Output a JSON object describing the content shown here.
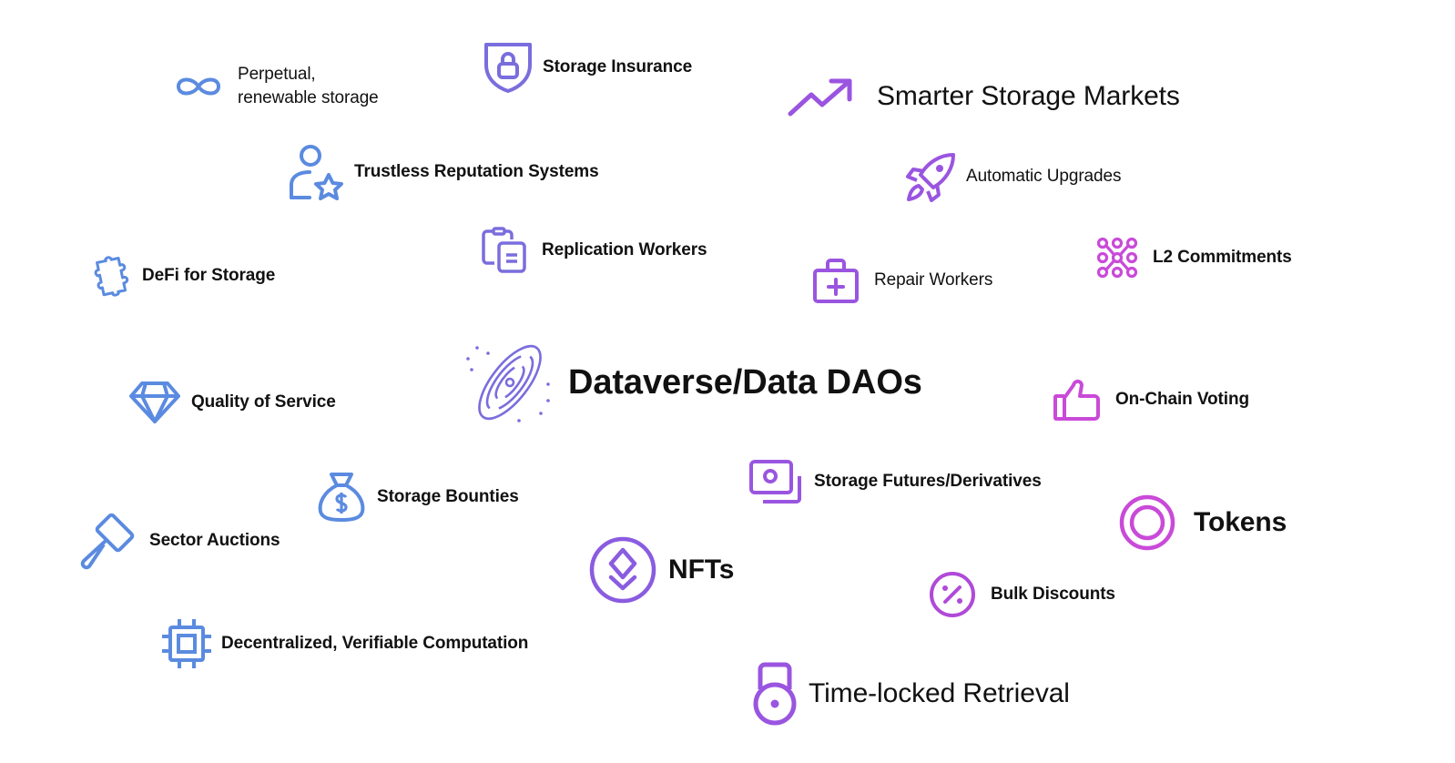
{
  "colors": {
    "blue": "#5b8be0",
    "indigo": "#7a6ddd",
    "violet": "#9a55e0",
    "magenta": "#c94ad8",
    "text": "#111111"
  },
  "items": [
    {
      "id": "perpetual",
      "label_lines": [
        "Perpetual,",
        "renewable storage"
      ],
      "icon": "infinity-icon"
    },
    {
      "id": "storage-insurance",
      "label": "Storage Insurance",
      "icon": "shield-lock-icon"
    },
    {
      "id": "smarter-markets",
      "label": "Smarter Storage Markets",
      "icon": "trending-up-icon"
    },
    {
      "id": "trustless-reputation",
      "label": "Trustless Reputation Systems",
      "icon": "user-star-icon"
    },
    {
      "id": "automatic-upgrades",
      "label": "Automatic Upgrades",
      "icon": "rocket-icon"
    },
    {
      "id": "defi",
      "label": "DeFi for Storage",
      "icon": "puzzle-icon"
    },
    {
      "id": "replication-workers",
      "label": "Replication Workers",
      "icon": "clipboard-copy-icon"
    },
    {
      "id": "repair-workers",
      "label": "Repair Workers",
      "icon": "first-aid-kit-icon"
    },
    {
      "id": "l2-commitments",
      "label": "L2 Commitments",
      "icon": "node-grid-icon"
    },
    {
      "id": "dataverse",
      "label": "Dataverse/Data DAOs",
      "icon": "galaxy-icon"
    },
    {
      "id": "quality-of-service",
      "label": "Quality of Service",
      "icon": "diamond-icon"
    },
    {
      "id": "on-chain-voting",
      "label": "On-Chain Voting",
      "icon": "thumbs-up-icon"
    },
    {
      "id": "storage-futures",
      "label": "Storage Futures/Derivatives",
      "icon": "photos-stack-icon"
    },
    {
      "id": "storage-bounties",
      "label": "Storage Bounties",
      "icon": "money-bag-icon"
    },
    {
      "id": "tokens",
      "label": "Tokens",
      "icon": "token-ring-icon"
    },
    {
      "id": "sector-auctions",
      "label": "Sector Auctions",
      "icon": "gavel-icon"
    },
    {
      "id": "nfts",
      "label": "NFTs",
      "icon": "ethereum-coin-icon"
    },
    {
      "id": "bulk-discounts",
      "label": "Bulk Discounts",
      "icon": "percent-circle-icon"
    },
    {
      "id": "verifiable-computation",
      "label": "Decentralized, Verifiable Computation",
      "icon": "cpu-chip-icon"
    },
    {
      "id": "time-locked-retrieval",
      "label": "Time-locked Retrieval",
      "icon": "padlock-icon"
    }
  ]
}
